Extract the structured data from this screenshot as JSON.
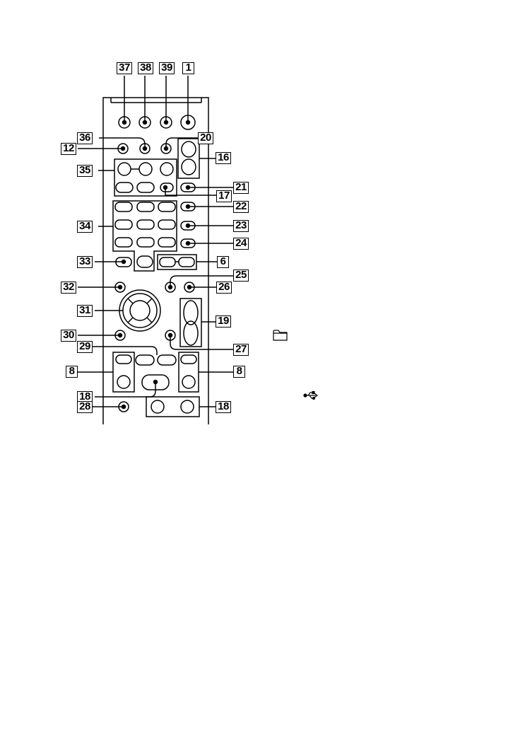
{
  "callouts": {
    "c37": "37",
    "c38": "38",
    "c39": "39",
    "c1": "1",
    "c36": "36",
    "c20": "20",
    "c12": "12",
    "c16": "16",
    "c35": "35",
    "c21": "21",
    "c17": "17",
    "c22": "22",
    "c34": "34",
    "c23": "23",
    "c24": "24",
    "c33": "33",
    "c6": "6",
    "c25": "25",
    "c32": "32",
    "c26": "26",
    "c31": "31",
    "c19": "19",
    "c30": "30",
    "c29": "29",
    "c27": "27",
    "c8_left": "8",
    "c8_right": "8",
    "c18_top": "18",
    "c28": "28",
    "c18_bottom": "18"
  },
  "icons": {
    "folder": "folder-icon",
    "usb": "usb-icon"
  }
}
